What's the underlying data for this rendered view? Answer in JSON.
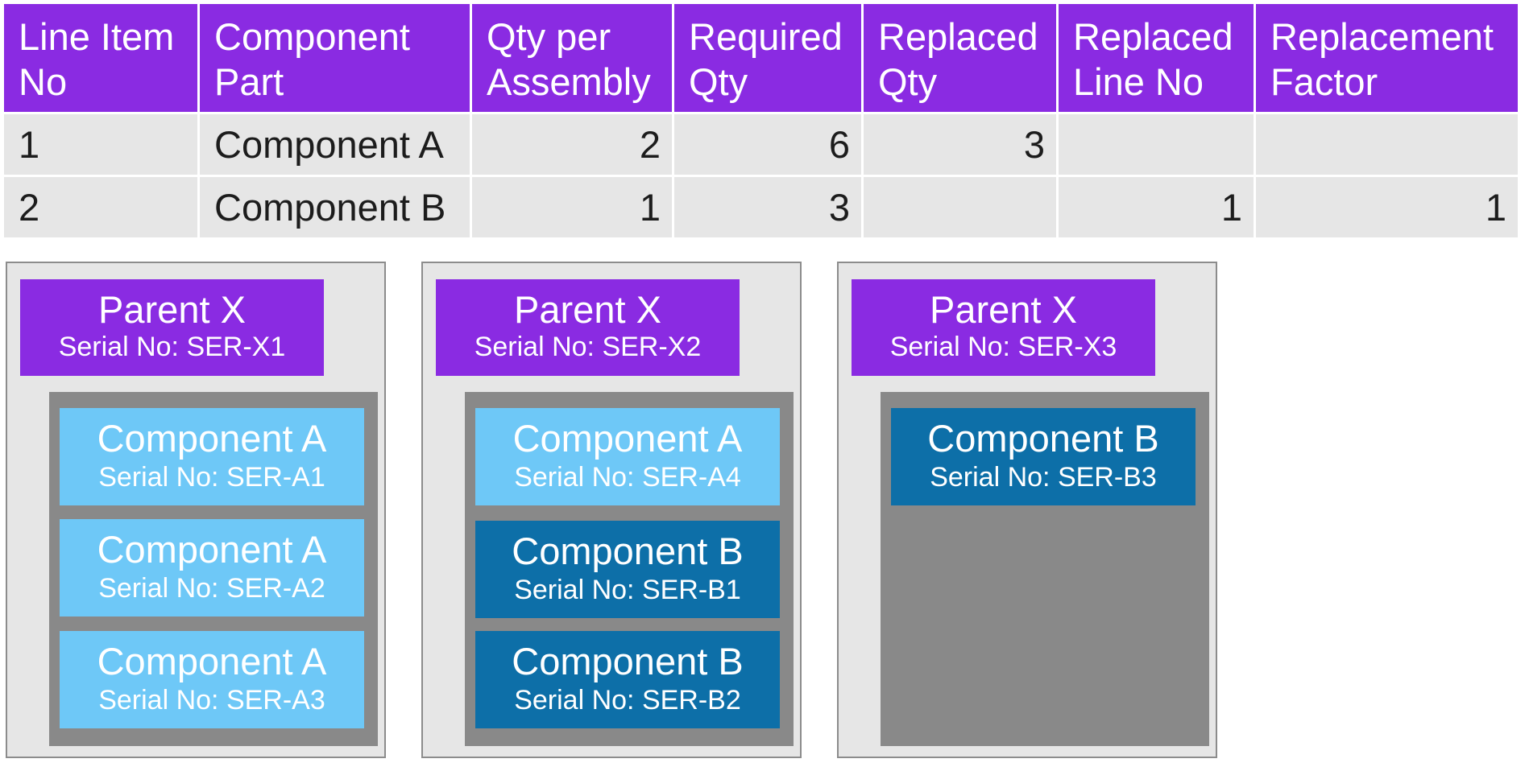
{
  "table": {
    "headers": [
      [
        "Line Item",
        "No"
      ],
      [
        "Component",
        "Part"
      ],
      [
        "Qty per",
        "Assembly"
      ],
      [
        "Required",
        "Qty"
      ],
      [
        "Replaced",
        "Qty"
      ],
      [
        "Replaced",
        "Line No"
      ],
      [
        "Replacement",
        "Factor"
      ]
    ],
    "rows": [
      [
        "1",
        "Component A",
        "2",
        "6",
        "3",
        "",
        ""
      ],
      [
        "2",
        "Component B",
        "1",
        "3",
        "",
        "1",
        "1"
      ]
    ]
  },
  "panels": [
    {
      "parent": {
        "name": "Parent X",
        "serial": "Serial No: SER-X1"
      },
      "components": [
        {
          "name": "Component A",
          "serial": "Serial No: SER-A1"
        },
        {
          "name": "Component A",
          "serial": "Serial No: SER-A2"
        },
        {
          "name": "Component A",
          "serial": "Serial No: SER-A3"
        }
      ]
    },
    {
      "parent": {
        "name": "Parent X",
        "serial": "Serial No: SER-X2"
      },
      "components": [
        {
          "name": "Component A",
          "serial": "Serial No: SER-A4"
        },
        {
          "name": "Component B",
          "serial": "Serial No: SER-B1"
        },
        {
          "name": "Component B",
          "serial": "Serial No: SER-B2"
        }
      ]
    },
    {
      "parent": {
        "name": "Parent X",
        "serial": "Serial No: SER-X3"
      },
      "components": [
        {
          "name": "Component B",
          "serial": "Serial No: SER-B3"
        }
      ]
    }
  ],
  "colors": {
    "header_purple": "#8a2be2",
    "cell_gray": "#e6e6e6",
    "container_gray": "#898989",
    "component_a_light_blue": "#6ec8f7",
    "component_b_dark_blue": "#0d6fa8"
  }
}
